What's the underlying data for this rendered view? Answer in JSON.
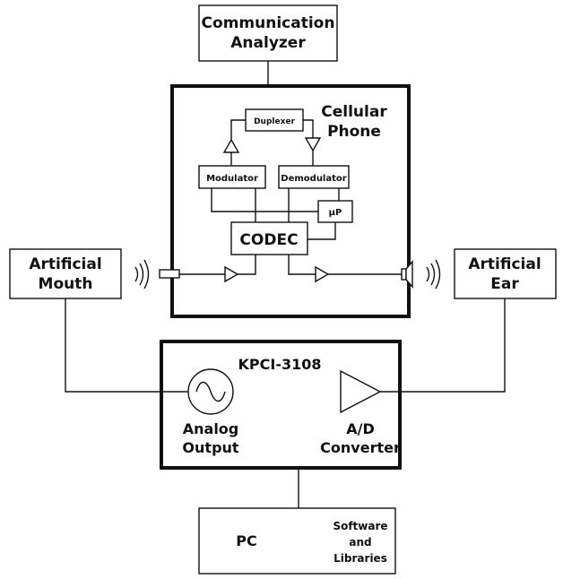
{
  "communication_analyzer": {
    "line1": "Communication",
    "line2": "Analyzer"
  },
  "cellular_phone": {
    "title_line1": "Cellular",
    "title_line2": "Phone",
    "duplexer": "Duplexer",
    "modulator": "Modulator",
    "demodulator": "Demodulator",
    "microprocessor": "μP",
    "codec": "CODEC"
  },
  "artificial_mouth": {
    "line1": "Artificial",
    "line2": "Mouth"
  },
  "artificial_ear": {
    "line1": "Artificial",
    "line2": "Ear"
  },
  "kpci": {
    "title": "KPCI-3108",
    "analog_output_line1": "Analog",
    "analog_output_line2": "Output",
    "ad_line1": "A/D",
    "ad_line2": "Converter"
  },
  "pc": {
    "label": "PC",
    "software_line1": "Software",
    "software_line2": "and",
    "software_line3": "Libraries"
  }
}
